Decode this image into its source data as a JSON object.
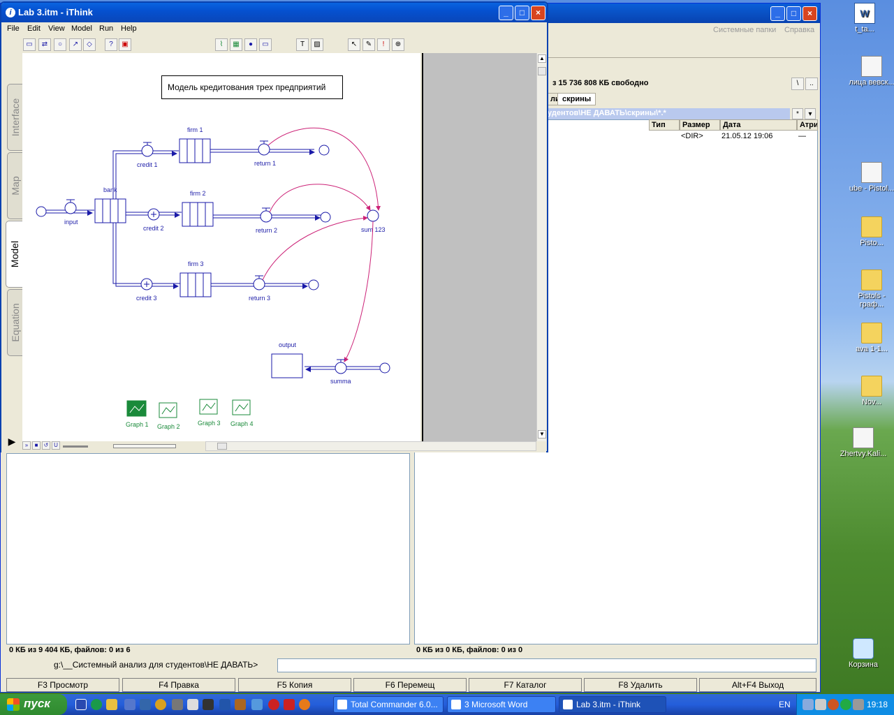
{
  "desktop": {
    "icons": [
      {
        "label": "t_ta..."
      },
      {
        "label": "лица вевск..."
      },
      {
        "label": "ube - Pistol..."
      },
      {
        "label": "Pisto..."
      },
      {
        "label": "Pistols - граф..."
      },
      {
        "label": "ava 1-1..."
      },
      {
        "label": "Nov..."
      },
      {
        "label": "Zhertvy.Kali..."
      },
      {
        "label": "Корзина"
      }
    ]
  },
  "tc": {
    "menu": {
      "system_folders": "Системные папки",
      "help": "Справка"
    },
    "right_drive_info": "з 15 736 808 КБ свободно",
    "right_tabs": {
      "prev": "ли",
      "active": "скрины"
    },
    "right_path": "удентов\\НЕ ДАВАТЬ\\скрины\\*.*",
    "columns": {
      "type": "Тип",
      "size": "Размер",
      "date": "Дата",
      "attr": "Атри"
    },
    "row": {
      "size": "<DIR>",
      "date": "21.05.12 19:06",
      "attr": "—"
    },
    "left_status": "0 КБ из 9 404 КБ, файлов: 0 из 6",
    "right_status": "0 КБ из 0 КБ, файлов: 0 из 0",
    "cmd_path": "g:\\__Системный анализ для студентов\\НЕ ДАВАТЬ>",
    "fkeys": [
      "F3 Просмотр",
      "F4 Правка",
      "F5 Копия",
      "F6 Перемещ",
      "F7 Каталог",
      "F8 Удалить",
      "Alt+F4 Выход"
    ]
  },
  "ithink": {
    "title": "Lab 3.itm - iThink",
    "menu": [
      "File",
      "Edit",
      "View",
      "Model",
      "Run",
      "Help"
    ],
    "side_tabs": [
      "Interface",
      "Map",
      "Model",
      "Equation"
    ],
    "model_title": "Модель кредитования трех предприятий",
    "labels": {
      "input": "input",
      "bank": "bank",
      "firm1": "firm 1",
      "firm2": "firm 2",
      "firm3": "firm 3",
      "credit1": "credit 1",
      "credit2": "credit 2",
      "credit3": "credit 3",
      "return1": "return 1",
      "return2": "return 2",
      "return3": "return 3",
      "sum123": "sum 123",
      "output": "output",
      "summa": "summa",
      "graph1": "Graph 1",
      "graph2": "Graph 2",
      "graph3": "Graph 3",
      "graph4": "Graph 4"
    }
  },
  "taskbar": {
    "start": "пуск",
    "tasks": [
      {
        "label": "Total Commander 6.0..."
      },
      {
        "label": "3 Microsoft Word"
      },
      {
        "label": "Lab 3.itm - iThink"
      }
    ],
    "lang": "EN",
    "clock": "19:18"
  },
  "colors": {
    "stock": "#1a1aa8",
    "connector": "#cc2277",
    "graph": "#1a8a3a",
    "title_bar": "#0a46b8"
  }
}
